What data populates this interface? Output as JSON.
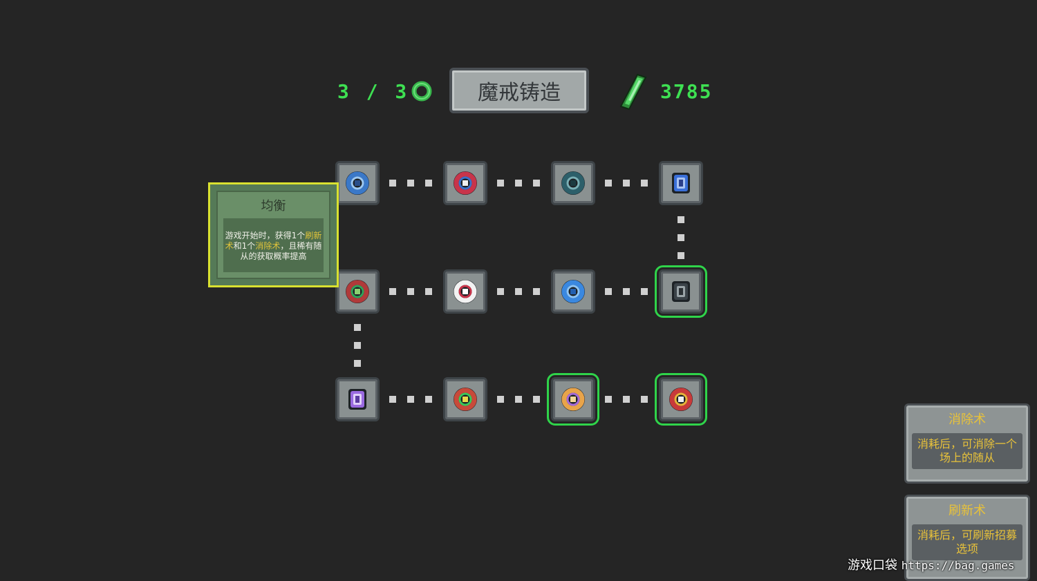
{
  "hud": {
    "forge_count": "3 / 3",
    "title": "魔戒铸造",
    "gem_count": "3785",
    "colors": {
      "counter": "#3ee052",
      "gem": "#3ed05a"
    }
  },
  "rings": [
    {
      "id": "r1",
      "icon": "ring-blue-gear-icon",
      "active": false
    },
    {
      "id": "r2",
      "icon": "ring-red-blue-icon",
      "active": false
    },
    {
      "id": "r3",
      "icon": "ring-dark-teal-icon",
      "active": false
    },
    {
      "id": "r4",
      "icon": "ring-blue-armor-icon",
      "active": false
    },
    {
      "id": "r5",
      "icon": "ring-green-red-icon",
      "active": false
    },
    {
      "id": "r6",
      "icon": "ring-white-red-icon",
      "active": false
    },
    {
      "id": "r7",
      "icon": "ring-blue-icon",
      "active": false
    },
    {
      "id": "r8",
      "icon": "ring-dark-armor-icon",
      "active": true
    },
    {
      "id": "r9",
      "icon": "ring-purple-armor-icon",
      "active": false
    },
    {
      "id": "r10",
      "icon": "ring-green-gem-icon",
      "active": false
    },
    {
      "id": "r11",
      "icon": "ring-orange-purple-icon",
      "active": true
    },
    {
      "id": "r12",
      "icon": "ring-red-gold-icon",
      "active": true
    }
  ],
  "tooltip": {
    "title": "均衡",
    "desc_part1": "游戏开始时，获得1个",
    "desc_hl1": "刷新术",
    "desc_part2": "和1个",
    "desc_hl2": "消除术",
    "desc_part3": "，且稀有随从的获取概率提高"
  },
  "cards": [
    {
      "title": "消除术",
      "desc": "消耗后，可消除一个场上的随从"
    },
    {
      "title": "刷新术",
      "desc": "消耗后，可刷新招募选项"
    }
  ],
  "watermark": {
    "site": "游戏口袋",
    "url": "https://bag.games"
  }
}
